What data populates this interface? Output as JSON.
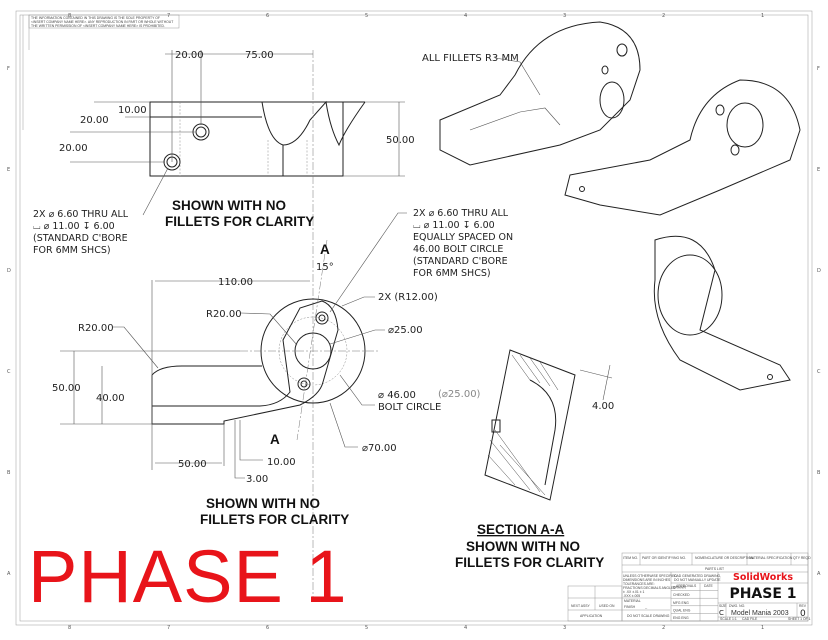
{
  "sheet": {
    "proprietary_note": [
      "THE INFORMATION CONTAINED IN THIS DRAWING IS THE SOLE PROPERTY OF",
      "<INSERT COMPANY NAME HERE>. ANY REPRODUCTION IN PART OR WHOLE WITHOUT",
      "THE WRITTEN PERMISSION OF <INSERT COMPANY NAME HERE> IS PROHIBITED."
    ],
    "zones_columns": [
      "8",
      "7",
      "6",
      "5",
      "4",
      "3",
      "2",
      "1"
    ],
    "zones_rows": [
      "F",
      "E",
      "D",
      "C",
      "B",
      "A"
    ],
    "watermark": "PHASE 1",
    "watermark_color": "#e8141a"
  },
  "front_view": {
    "dims": {
      "d20_top": "20.00",
      "d75": "75.00",
      "d10": "10.00",
      "d20_a": "20.00",
      "d20_b": "20.00",
      "d50": "50.00"
    },
    "hole_note": [
      "2X ⌀ 6.60 THRU ALL",
      "⌴ ⌀ 11.00 ↧ 6.00",
      "(STANDARD C'BORE",
      "FOR 6MM SHCS)"
    ],
    "caption": [
      "SHOWN WITH NO",
      "FILLETS FOR CLARITY"
    ]
  },
  "top_view": {
    "section_label": "A",
    "dims": {
      "angle": "15°",
      "d110": "110.00",
      "r20_a": "R20.00",
      "r20_b": "R20.00",
      "r12": "2X (R12.00)",
      "dia25": "⌀25.00",
      "d50": "50.00",
      "d40": "40.00",
      "dia46": "⌀ 46.00",
      "bolt_circle": "BOLT CIRCLE",
      "dia70": "⌀70.00",
      "d50_bottom": "50.00",
      "d10": "10.00",
      "d3": "3.00"
    },
    "hole_note": [
      "2X ⌀ 6.60 THRU ALL",
      "⌴ ⌀ 11.00 ↧ 6.00",
      "EQUALLY SPACED ON",
      "46.00 BOLT CIRCLE",
      "(STANDARD C'BORE",
      "FOR 6MM SHCS)"
    ],
    "caption": [
      "SHOWN WITH NO",
      "FILLETS FOR CLARITY"
    ]
  },
  "iso_view": {
    "fillet_note": "ALL FILLETS R3 MM"
  },
  "section_view": {
    "dims": {
      "dia25_ref": "(⌀25.00)",
      "d4": "4.00"
    },
    "title": "SECTION A-A",
    "caption": [
      "SHOWN WITH NO",
      "FILLETS FOR CLARITY"
    ]
  },
  "title_block": {
    "parts_list_headers": [
      "ITEM NO.",
      "PART OR IDENTIFYING NO.",
      "NOMENCLATURE OR DESCRIPTION",
      "MATERIAL SPECIFICATION",
      "QTY REQD"
    ],
    "parts_list_label": "PARTS LIST",
    "tolerance_note": [
      "UNLESS OTHERWISE SPECIFIED",
      "DIMENSIONS ARE IN INCHES",
      "TOLERANCES ARE:",
      "FRACTIONS DECIMALS ANGLES",
      "±   .XX ±.01  ± 1",
      "   .XXX ±.005"
    ],
    "material_label": "MATERIAL",
    "finish_label": "FINISH",
    "finish_value": "--",
    "no_scale": "DO NOT SCALE DRAWING",
    "next_assy": "NEXT ASSY",
    "used_on": "USED ON",
    "application": "APPLICATION",
    "cad_note": [
      "CAD GENERATED DRAWING,",
      "DO NOT MANUALLY UPDATE"
    ],
    "approvals": "APPROVALS",
    "date": "DATE",
    "approval_rows": [
      "DRAWN",
      "CHECKED",
      "MFG ENG",
      "QUAL ENG",
      "ENG ENG"
    ],
    "company": "SolidWorks",
    "company_color": "#e8141a",
    "title": "PHASE 1",
    "size_label": "SIZE",
    "size": "C",
    "dwg_no_label": "DWG. NO.",
    "dwg_no": "Model Mania 2003",
    "rev_label": "REV",
    "rev": "0",
    "scale": "SCALE 1:1",
    "cad_file": "CAD FILE",
    "sheet": "SHEET 1 OF 1"
  }
}
